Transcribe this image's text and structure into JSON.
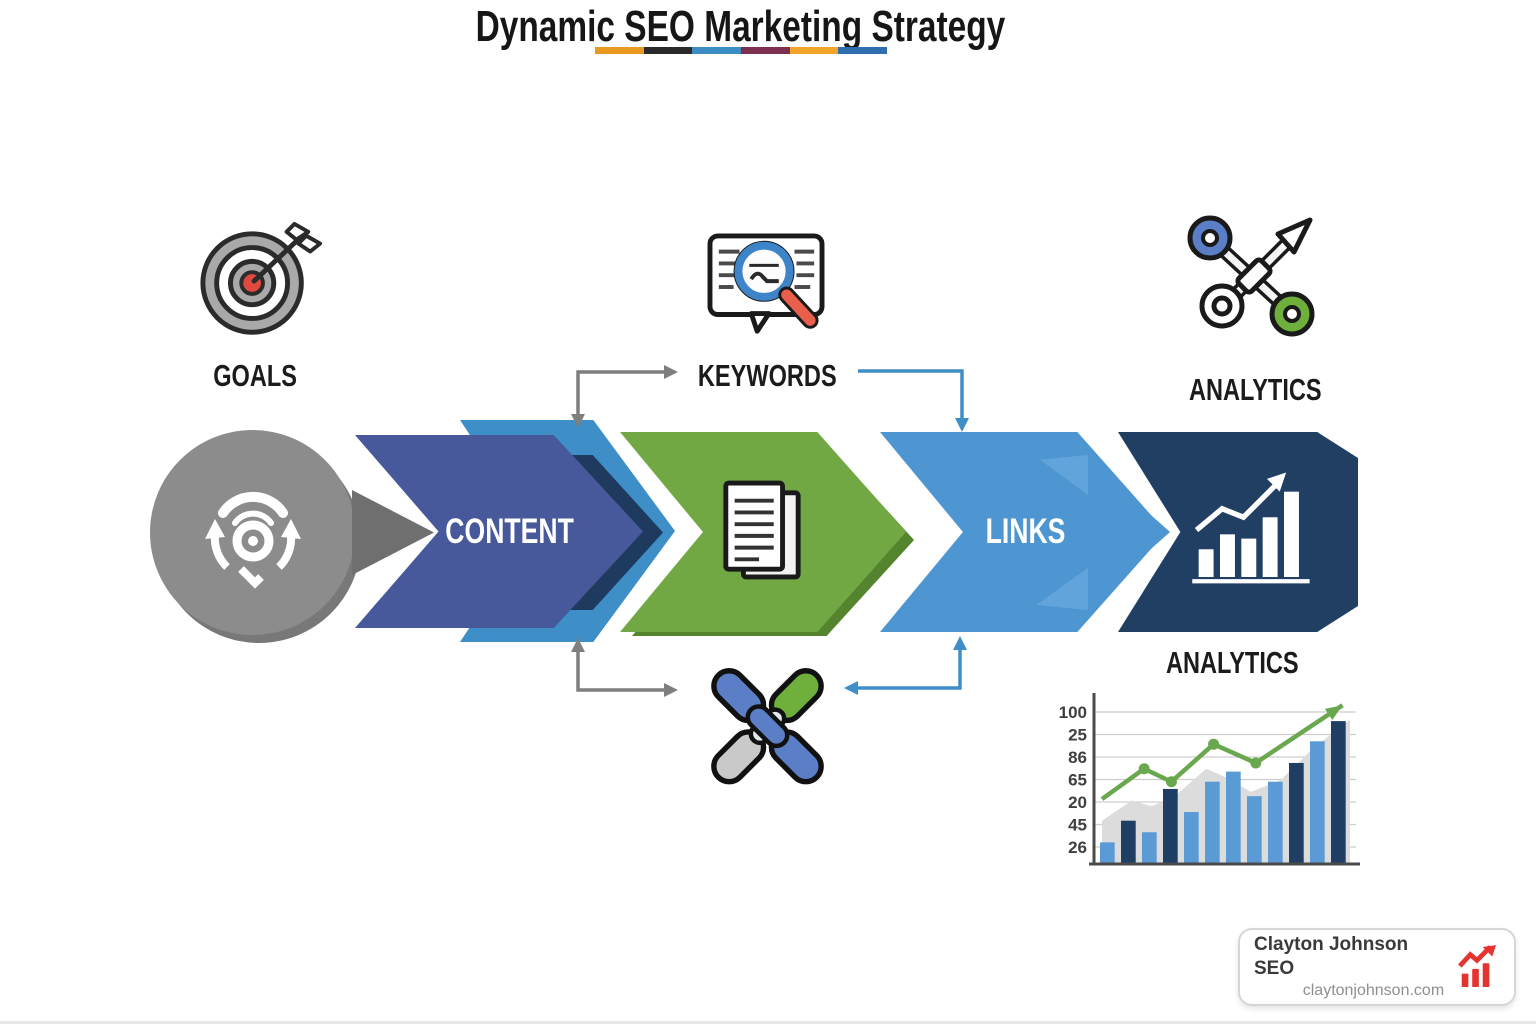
{
  "title": {
    "text": "Dynamic SEO Marketing Strategy",
    "underline_colors": [
      "#e89a20",
      "#2a2a2a",
      "#3c8dc4",
      "#7d2f4f",
      "#f0a42a",
      "#2f6fb0"
    ]
  },
  "nodes": {
    "goals": {
      "label": "GOALS"
    },
    "keywords": {
      "label": "KEYWORDS"
    },
    "analytics_top": {
      "label": "ANALYTICS"
    },
    "content": {
      "label": "CONTENT"
    },
    "links": {
      "label": "LINKS"
    },
    "analytics_chart": {
      "label": "ANALYTICS"
    }
  },
  "icons": {
    "goals": "target-arrow-icon",
    "keywords": "document-magnifier-icon",
    "analytics_top": "crossed-arrows-icon",
    "strategy_circle": "strategy-camera-refresh-icon",
    "content_doc": "document-pages-icon",
    "links_chain": "chain-links-icon",
    "analytics_bars": "bar-chart-growth-icon",
    "badge": "red-growth-chart-icon"
  },
  "colors": {
    "content_main": "#47589b",
    "content_light": "#3e8ec7",
    "content_dark": "#1e3a5f",
    "green_main": "#71a844",
    "green_dark": "#55842f",
    "links_main": "#4e96d1",
    "links_fold": "#61a4dc",
    "banner_navy": "#203f63",
    "circle_gray": "#8c8c8c",
    "connector_gray": "#7f7f7f",
    "connector_blue": "#3e8ec7",
    "target_red": "#e0493e"
  },
  "chart_data": {
    "type": "bar",
    "title": "ANALYTICS",
    "xlabel": "",
    "ylabel": "",
    "ylim": [
      0,
      115
    ],
    "grid": true,
    "y_ticks": [
      "100",
      "25",
      "86",
      "65",
      "20",
      "45",
      "26"
    ],
    "bars": {
      "values": [
        15,
        30,
        22,
        52,
        36,
        57,
        64,
        47,
        57,
        70,
        85,
        99
      ],
      "colors": [
        "L",
        "D",
        "L",
        "D",
        "L",
        "L",
        "L",
        "L",
        "L",
        "D",
        "L",
        "D"
      ],
      "palette": {
        "L": "#5b9bd5",
        "D": "#1f3e63"
      }
    },
    "line": {
      "color": "#6aa84f",
      "points": [
        {
          "x": 0.0,
          "v": 45
        },
        {
          "x": 0.17,
          "v": 66
        },
        {
          "x": 0.28,
          "v": 57
        },
        {
          "x": 0.45,
          "v": 83
        },
        {
          "x": 0.62,
          "v": 70
        },
        {
          "x": 0.97,
          "v": 110
        }
      ],
      "dot_indices": [
        1,
        2,
        3,
        4
      ]
    },
    "area": {
      "color": "#dcdcdc",
      "points": [
        {
          "x": 0,
          "v": 30
        },
        {
          "x": 0.12,
          "v": 44
        },
        {
          "x": 0.2,
          "v": 40
        },
        {
          "x": 0.3,
          "v": 48
        },
        {
          "x": 0.42,
          "v": 66
        },
        {
          "x": 0.5,
          "v": 60
        },
        {
          "x": 0.6,
          "v": 50
        },
        {
          "x": 0.72,
          "v": 58
        },
        {
          "x": 0.85,
          "v": 80
        },
        {
          "x": 1.0,
          "v": 100
        }
      ]
    }
  },
  "badge": {
    "title": "Clayton Johnson SEO",
    "url": "claytonjohnson.com"
  }
}
